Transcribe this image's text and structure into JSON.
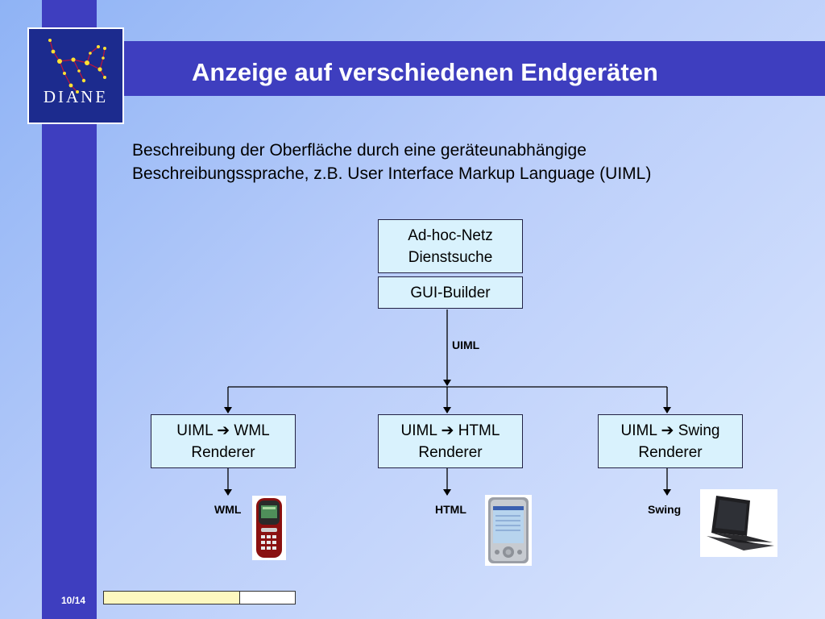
{
  "slide": {
    "title": "Anzeige auf verschiedenen Endgeräten",
    "description": [
      "Beschreibung der Oberfläche durch eine geräteunabhängige",
      "Beschreibungssprache, z.B. User Interface Markup Language (UIML)"
    ],
    "page_number": "10/14",
    "progress_fraction": 0.714
  },
  "logo": {
    "text": "DIANE",
    "icon": "constellation-icon"
  },
  "diagram": {
    "top_box": [
      "Ad-hoc-Netz",
      "Dienstsuche"
    ],
    "builder_box": "GUI-Builder",
    "uiml_label": "UIML",
    "renderers": [
      {
        "line1": "UIML ➔ WML",
        "line2": "Renderer",
        "output": "WML",
        "device": "mobile-phone-icon"
      },
      {
        "line1": "UIML ➔ HTML",
        "line2": "Renderer",
        "output": "HTML",
        "device": "pda-icon"
      },
      {
        "line1": "UIML ➔ Swing",
        "line2": "Renderer",
        "output": "Swing",
        "device": "laptop-icon"
      }
    ]
  },
  "colors": {
    "theme_blue": "#3e3ebf",
    "box_fill": "#d9f2fd",
    "progress_fill": "#fdf8c0"
  }
}
